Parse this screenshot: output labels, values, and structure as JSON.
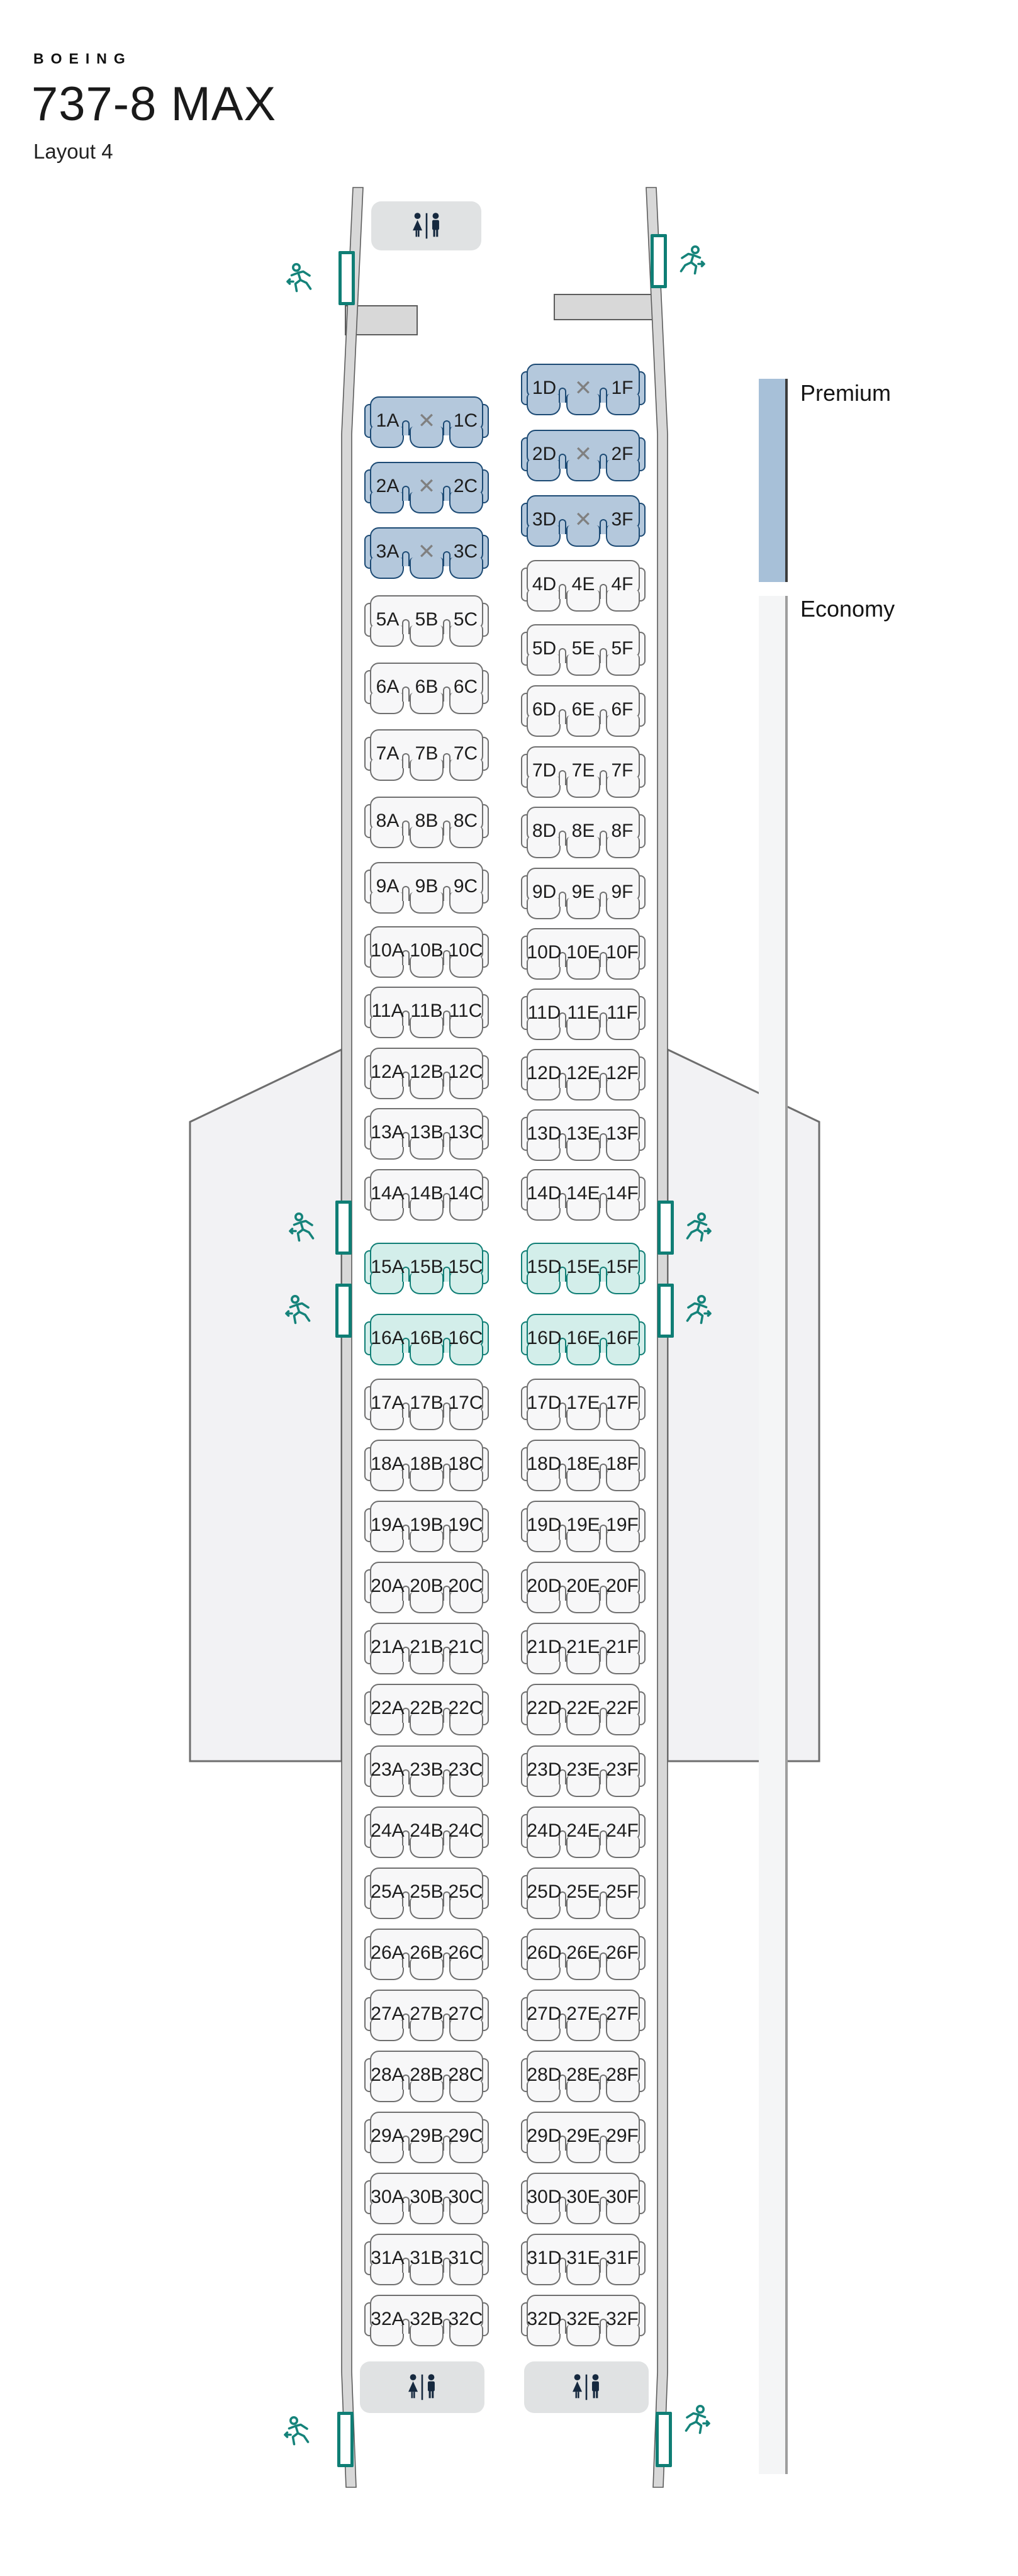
{
  "header": {
    "brand": "BOEING",
    "model": "737-8 MAX",
    "layout": "Layout 4"
  },
  "legend": {
    "items": [
      {
        "id": "premium",
        "label": "Premium",
        "color": "#a7c0d8"
      },
      {
        "id": "economy",
        "label": "Economy",
        "color": "#f4f5f6"
      }
    ]
  },
  "colors": {
    "premium_seat_fill": "#b4c8dc",
    "premium_seat_border": "#1c4a74",
    "economy_seat_fill": "#f7f7f8",
    "economy_seat_border": "#6f6f6f",
    "exit_row_seat_fill": "#d3eeea",
    "exit_row_seat_border": "#0f7e75",
    "blocked_seat_x": "#808080",
    "exit_accent": "#15837a",
    "lavatory_fill": "#e0e2e3",
    "lavatory_icon": "#16293f",
    "fuselage_wall": "#d8d8d8",
    "wing_fill": "#f2f2f4"
  },
  "seat_map": {
    "aircraft": "737-8 MAX",
    "blocked_seat_symbol": "✕",
    "row_format": [
      "row_number",
      "cabin_class",
      "middle_seat_blocked"
    ],
    "columns": [
      {
        "id": "left",
        "letters": [
          "A",
          "B",
          "C"
        ],
        "rows": [
          [
            1,
            "premium",
            true
          ],
          [
            2,
            "premium",
            true
          ],
          [
            3,
            "premium",
            true
          ],
          [
            5,
            "economy",
            false
          ],
          [
            6,
            "economy",
            false
          ],
          [
            7,
            "economy",
            false
          ],
          [
            8,
            "economy",
            false
          ],
          [
            9,
            "economy",
            false
          ],
          [
            10,
            "economy",
            false
          ],
          [
            11,
            "economy",
            false
          ],
          [
            12,
            "economy",
            false
          ],
          [
            13,
            "economy",
            false
          ],
          [
            14,
            "economy",
            false
          ],
          [
            15,
            "exit",
            false
          ],
          [
            16,
            "exit",
            false
          ],
          [
            17,
            "economy",
            false
          ],
          [
            18,
            "economy",
            false
          ],
          [
            19,
            "economy",
            false
          ],
          [
            20,
            "economy",
            false
          ],
          [
            21,
            "economy",
            false
          ],
          [
            22,
            "economy",
            false
          ],
          [
            23,
            "economy",
            false
          ],
          [
            24,
            "economy",
            false
          ],
          [
            25,
            "economy",
            false
          ],
          [
            26,
            "economy",
            false
          ],
          [
            27,
            "economy",
            false
          ],
          [
            28,
            "economy",
            false
          ],
          [
            29,
            "economy",
            false
          ],
          [
            30,
            "economy",
            false
          ],
          [
            31,
            "economy",
            false
          ],
          [
            32,
            "economy",
            false
          ]
        ]
      },
      {
        "id": "right",
        "letters": [
          "D",
          "E",
          "F"
        ],
        "rows": [
          [
            1,
            "premium",
            true
          ],
          [
            2,
            "premium",
            true
          ],
          [
            3,
            "premium",
            true
          ],
          [
            4,
            "economy",
            false
          ],
          [
            5,
            "economy",
            false
          ],
          [
            6,
            "economy",
            false
          ],
          [
            7,
            "economy",
            false
          ],
          [
            8,
            "economy",
            false
          ],
          [
            9,
            "economy",
            false
          ],
          [
            10,
            "economy",
            false
          ],
          [
            11,
            "economy",
            false
          ],
          [
            12,
            "economy",
            false
          ],
          [
            13,
            "economy",
            false
          ],
          [
            14,
            "economy",
            false
          ],
          [
            15,
            "exit",
            false
          ],
          [
            16,
            "exit",
            false
          ],
          [
            17,
            "economy",
            false
          ],
          [
            18,
            "economy",
            false
          ],
          [
            19,
            "economy",
            false
          ],
          [
            20,
            "economy",
            false
          ],
          [
            21,
            "economy",
            false
          ],
          [
            22,
            "economy",
            false
          ],
          [
            23,
            "economy",
            false
          ],
          [
            24,
            "economy",
            false
          ],
          [
            25,
            "economy",
            false
          ],
          [
            26,
            "economy",
            false
          ],
          [
            27,
            "economy",
            false
          ],
          [
            28,
            "economy",
            false
          ],
          [
            29,
            "economy",
            false
          ],
          [
            30,
            "economy",
            false
          ],
          [
            31,
            "economy",
            false
          ],
          [
            32,
            "economy",
            false
          ]
        ]
      }
    ]
  },
  "facilities": {
    "lavatories": [
      {
        "id": "front",
        "location": "front-left"
      },
      {
        "id": "rear-left",
        "location": "rear-left"
      },
      {
        "id": "rear-right",
        "location": "rear-right"
      }
    ],
    "exit_doors": [
      {
        "id": "front-left"
      },
      {
        "id": "front-right"
      },
      {
        "id": "overwing-left-1"
      },
      {
        "id": "overwing-left-2"
      },
      {
        "id": "overwing-right-1"
      },
      {
        "id": "overwing-right-2"
      },
      {
        "id": "rear-left"
      },
      {
        "id": "rear-right"
      }
    ]
  }
}
